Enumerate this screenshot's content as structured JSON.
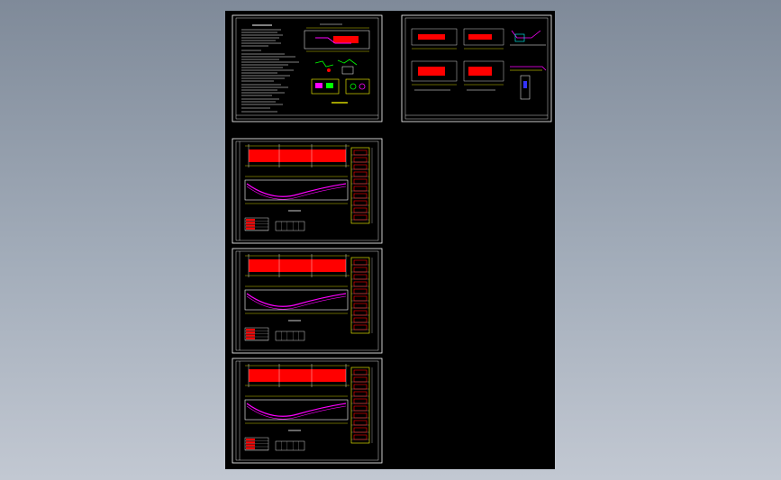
{
  "viewer": {
    "background_top": "#7f8a99",
    "background_bottom": "#c2c8d2",
    "sheet_background": "#000000"
  },
  "colors": {
    "frame": "#ffffff",
    "tendon": "#ff00ff",
    "beam_fill": "#ff0000",
    "dimension": "#ffff00",
    "section": "#00ffff",
    "detail": "#00ff00",
    "accent_blue": "#3333ff"
  },
  "sheets": [
    {
      "kind": "notes",
      "label": "design-notes-sheet"
    },
    {
      "kind": "details",
      "label": "anchorage-detail-sheet"
    },
    {
      "kind": "beam",
      "label": "beam-elevation-sheet-1"
    },
    {
      "kind": "beam",
      "label": "beam-elevation-sheet-2"
    },
    {
      "kind": "beam",
      "label": "beam-elevation-sheet-3"
    }
  ]
}
